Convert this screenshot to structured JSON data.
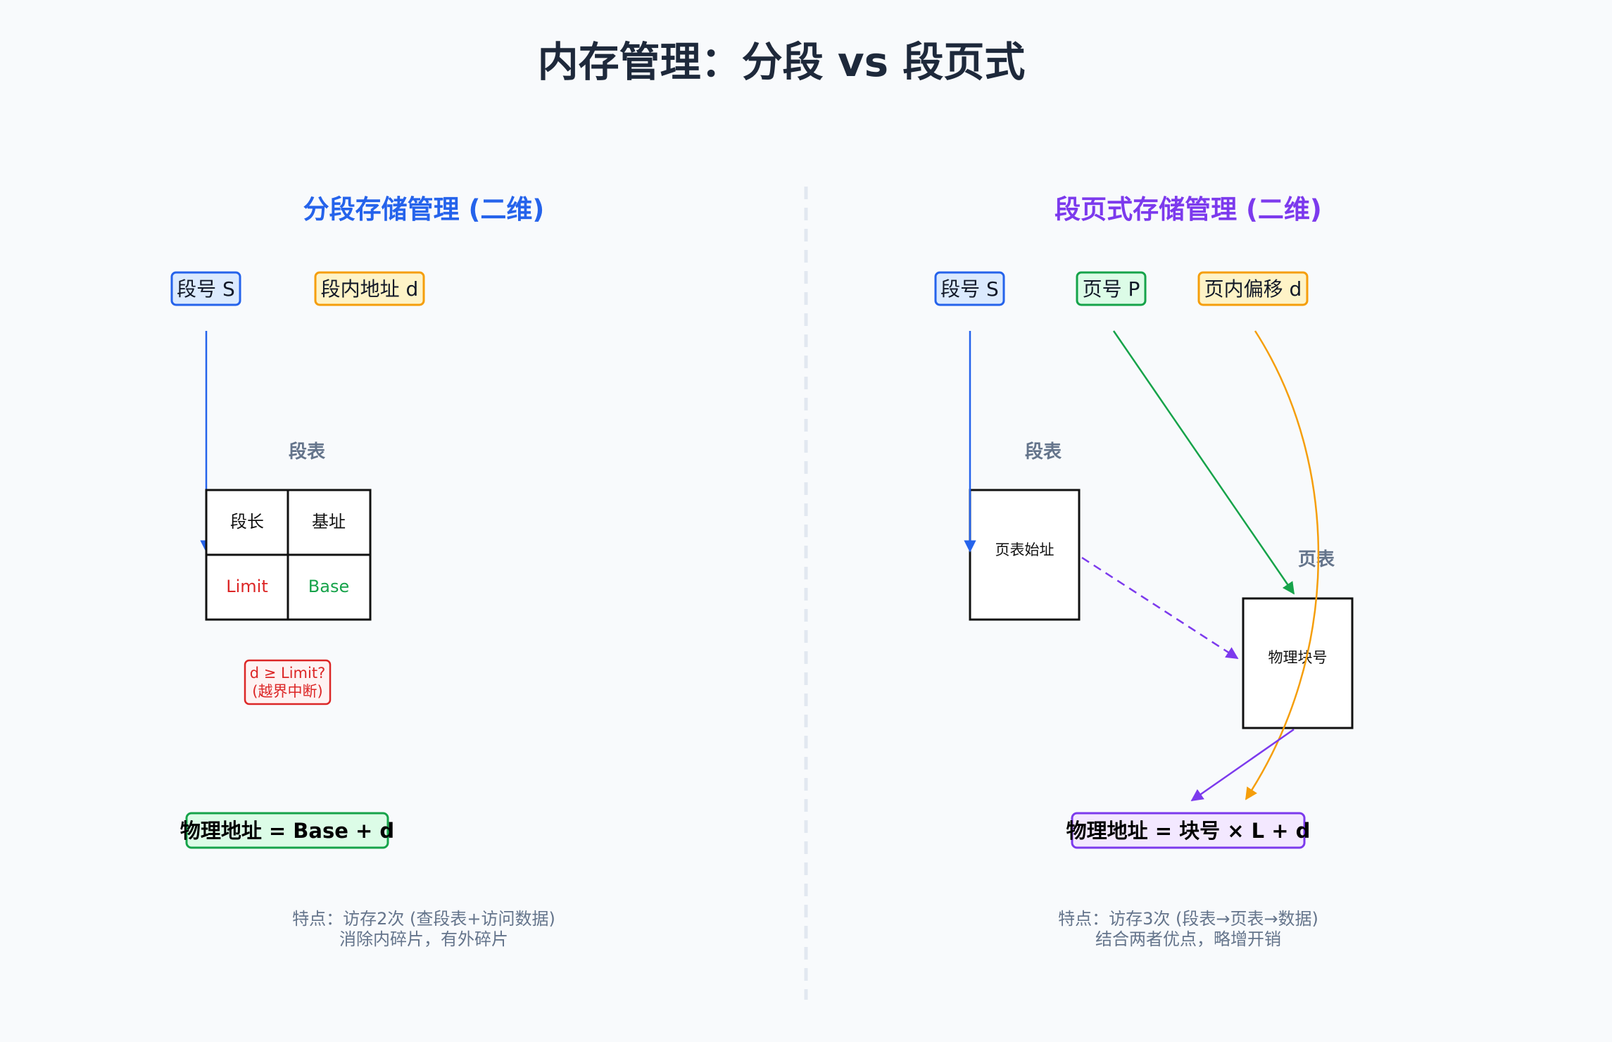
{
  "title": "内存管理：分段 vs 段页式",
  "colors": {
    "blue": "#2563eb",
    "purple": "#7c3aed",
    "green": "#16a34a",
    "orange": "#f59e0b",
    "red": "#dc2626",
    "slate": "#64748b"
  },
  "left": {
    "subtitle": "分段存储管理 (二维)",
    "seg_tag": "段号 S",
    "offset_tag": "段内地址 d",
    "table_label": "段表",
    "table": {
      "headers": [
        "段长",
        "基址"
      ],
      "values": [
        "Limit",
        "Base"
      ]
    },
    "check": {
      "line1": "d ≥ Limit?",
      "line2": "(越界中断)"
    },
    "formula": "物理地址 = Base + d",
    "note": {
      "line1": "特点：访存2次 (查段表+访问数据)",
      "line2": "消除内碎片，有外碎片"
    }
  },
  "right": {
    "subtitle": "段页式存储管理 (二维)",
    "seg_tag": "段号 S",
    "page_tag": "页号 P",
    "offset_tag": "页内偏移 d",
    "seg_table_label": "段表",
    "seg_table_cell": "页表始址",
    "page_table_label": "页表",
    "page_table_cell": "物理块号",
    "formula": "物理地址 = 块号 × L + d",
    "note": {
      "line1": "特点：访存3次 (段表→页表→数据)",
      "line2": "结合两者优点，略增开销"
    }
  }
}
